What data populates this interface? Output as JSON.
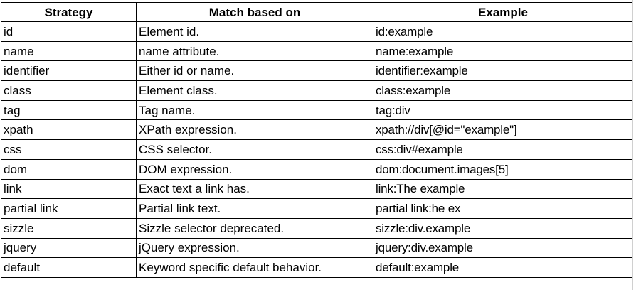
{
  "table": {
    "headers": [
      "Strategy",
      "Match based on",
      "Example"
    ],
    "rows": [
      [
        "id",
        "Element id.",
        "id:example"
      ],
      [
        "name",
        "name attribute.",
        "name:example"
      ],
      [
        "identifier",
        "Either id or name.",
        "identifier:example"
      ],
      [
        "class",
        "Element class.",
        "class:example"
      ],
      [
        "tag",
        "Tag name.",
        "tag:div"
      ],
      [
        "xpath",
        "XPath expression.",
        "xpath://div[@id=\"example\"]"
      ],
      [
        "css",
        "CSS selector.",
        "css:div#example"
      ],
      [
        "dom",
        "DOM expression.",
        "dom:document.images[5]"
      ],
      [
        "link",
        "Exact text a link has.",
        "link:The example"
      ],
      [
        "partial link",
        "Partial link text.",
        "partial link:he ex"
      ],
      [
        "sizzle",
        "Sizzle selector deprecated.",
        "sizzle:div.example"
      ],
      [
        "jquery",
        "jQuery expression.",
        "jquery:div.example"
      ],
      [
        "default",
        "Keyword specific default behavior.",
        "default:example"
      ]
    ]
  }
}
